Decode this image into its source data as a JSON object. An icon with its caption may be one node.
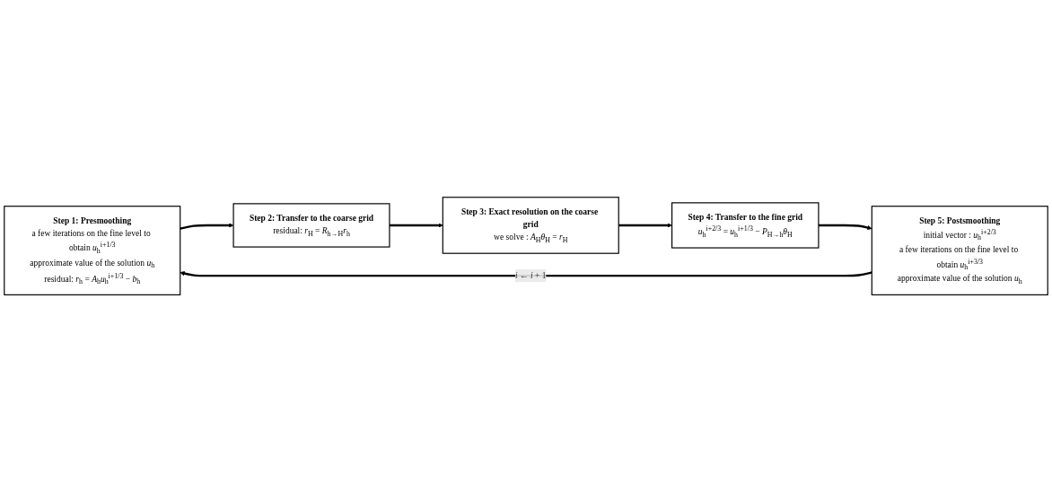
{
  "diagram": {
    "nodes": [
      {
        "text": [
          "Step 1: Presmoothing",
          "a few iterations on the fine level to obtain *u*$_{h}$$^{i+1/3}$",
          "approximate value of the solution *u*$_{h}$",
          "residual: *r*$_{h}$ = *A*$_{h}$*u*$_{h}$$^{i+1/3}$ − *b*$_{h}$"
        ]
      },
      {
        "text": [
          "Step 2: Transfer to the coarse grid",
          "residual: *r*$_{H}$ = *R*$_{h→H}$*r*$_{h}$"
        ]
      },
      {
        "text": [
          "Step 3: Exact resolution on the coarse grid",
          "we solve : *A*$_{H}$*θ*$_{H}$ = *r*$_{H}$"
        ]
      },
      {
        "text": [
          "Step 4: Transfer to the fine grid",
          "*u*$_{h}$$^{i+2/3}$ = *u*$_{h}$$^{i+1/3}$ − *P*$_{H→h}$*θ*$_{H}$"
        ]
      },
      {
        "text": [
          "Step 5: Postsmoothing",
          "initial vector : *u*$_{h}$$^{i+2/3}$",
          "a few iterations on the fine level to obtain *u*$_{h}$$^{i+3/3}$",
          "approximate value of the solution *u*$_{h}$"
        ]
      }
    ],
    "edges": [
      {
        "from": 0,
        "to": 1,
        "arrow": "to"
      },
      {
        "from": 1,
        "to": 2,
        "arrow": "to"
      },
      {
        "from": 2,
        "to": 3,
        "arrow": "to"
      },
      {
        "from": 3,
        "to": 4,
        "arrow": "to"
      },
      {
        "from": 4,
        "to": 0,
        "arrow": "to",
        "label": "*i* ← *i* + 1"
      }
    ]
  }
}
